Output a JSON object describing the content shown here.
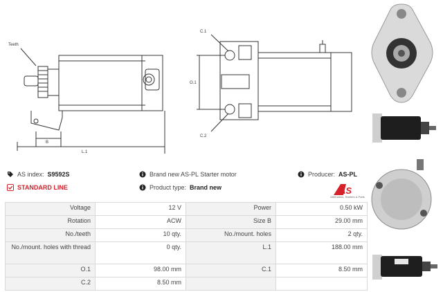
{
  "diagram": {
    "labels": {
      "teeth": "Teeth",
      "b": "B",
      "l1": "L.1",
      "c1": "C.1",
      "o1": "O.1",
      "c2": "C.2"
    }
  },
  "info": {
    "as_index_label": "AS index:",
    "as_index_value": "S9592S",
    "standard_line": "STANDARD LINE",
    "description": "Brand new AS-PL Starter motor",
    "product_type_label": "Product type:",
    "product_type_value": "Brand new",
    "producer_label": "Producer:",
    "producer_value": "AS-PL"
  },
  "logo": {
    "text": "AS",
    "subtitle": "Alternators, Starters & Parts",
    "color": "#d6202a"
  },
  "specs": [
    {
      "l1": "Voltage",
      "v1": "12 V",
      "l2": "Power",
      "v2": "0.50 kW"
    },
    {
      "l1": "Rotation",
      "v1": "ACW",
      "l2": "Size B",
      "v2": "29.00 mm"
    },
    {
      "l1": "No./teeth",
      "v1": "10 qty.",
      "l2": "No./mount. holes",
      "v2": "2 qty."
    },
    {
      "l1": "No./mount. holes with thread",
      "v1": "0 qty.",
      "l2": "L.1",
      "v2": "188.00 mm"
    },
    {
      "l1": "O.1",
      "v1": "98.00 mm",
      "l2": "C.1",
      "v2": "8.50 mm"
    },
    {
      "l1": "C.2",
      "v1": "8.50 mm",
      "l2": "",
      "v2": ""
    }
  ]
}
